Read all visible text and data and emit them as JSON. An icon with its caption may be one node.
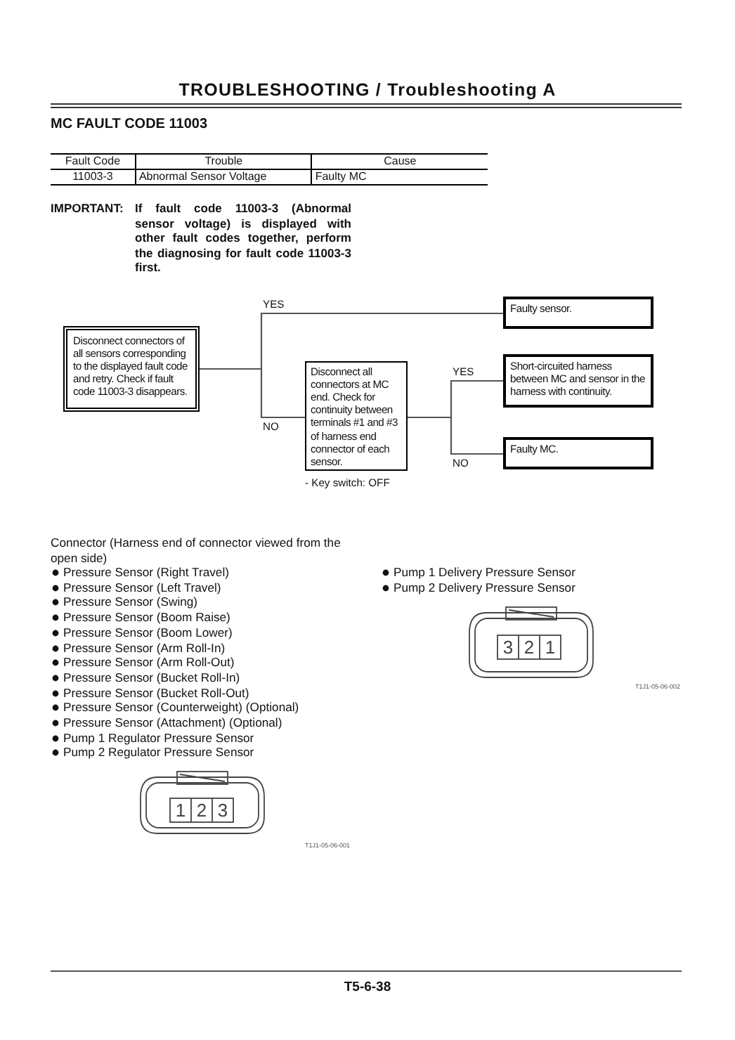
{
  "diagram": {
    "title": "TROUBLESHOOTING / Troubleshooting A",
    "nodes": [
      {
        "text": [
          "Disconnect connectors of all sensors corresponding to the displayed fault code and retry. Check if fault code 11003-3 disappears."
        ]
      },
      {
        "text": [
          "Faulty sensor."
        ]
      },
      {
        "text": [
          "Disconnect all connectors at MC end. Check for continuity between terminals #1 and #3 of harness end connector of each sensor."
        ],
        "beside": [
          "- Key switch: OFF"
        ]
      },
      {
        "text": [
          "Short-circuited harness between MC and sensor in the harness with continuity."
        ]
      },
      {
        "text": [
          "Faulty MC."
        ]
      }
    ],
    "edges": [
      {
        "from": 0,
        "to": 1,
        "arrow": "none",
        "label": "YES"
      },
      {
        "from": 0,
        "to": 2,
        "arrow": "none",
        "label": "NO"
      },
      {
        "from": 2,
        "to": 3,
        "arrow": "none",
        "label": "YES"
      },
      {
        "from": 2,
        "to": 4,
        "arrow": "none",
        "label": "NO"
      }
    ],
    "labels": [
      "MC FAULT CODE 11003",
      "Fault Code",
      "Trouble",
      "Cause",
      "11003-3",
      "Abnormal Sensor Voltage",
      "Faulty MC",
      "IMPORTANT:",
      "If fault code 11003-3 (Abnormal sensor voltage) is displayed with other fault codes together, perform the diagnosing for fault code 11003-3 first.",
      "Connector (Harness end of connector viewed from the open side)",
      "Pressure Sensor (Right Travel)",
      "Pressure Sensor (Left Travel)",
      "Pressure Sensor (Swing)",
      "Pressure Sensor (Boom Raise)",
      "Pressure Sensor (Boom Lower)",
      "Pressure Sensor (Arm Roll-In)",
      "Pressure Sensor (Arm Roll-Out)",
      "Pressure Sensor (Bucket Roll-In)",
      "Pressure Sensor (Bucket Roll-Out)",
      "Pressure Sensor (Counterweight) (Optional)",
      "Pressure Sensor (Attachment) (Optional)",
      "Pump 1 Regulator Pressure Sensor",
      "Pump 2 Regulator Pressure Sensor",
      "Pump 1 Delivery Pressure Sensor",
      "Pump 2 Delivery Pressure Sensor",
      "3",
      "2",
      "1",
      "T1J1-05-06-002",
      "1",
      "2",
      "3",
      "T1J1-05-06-001",
      "T5-6-38"
    ]
  }
}
